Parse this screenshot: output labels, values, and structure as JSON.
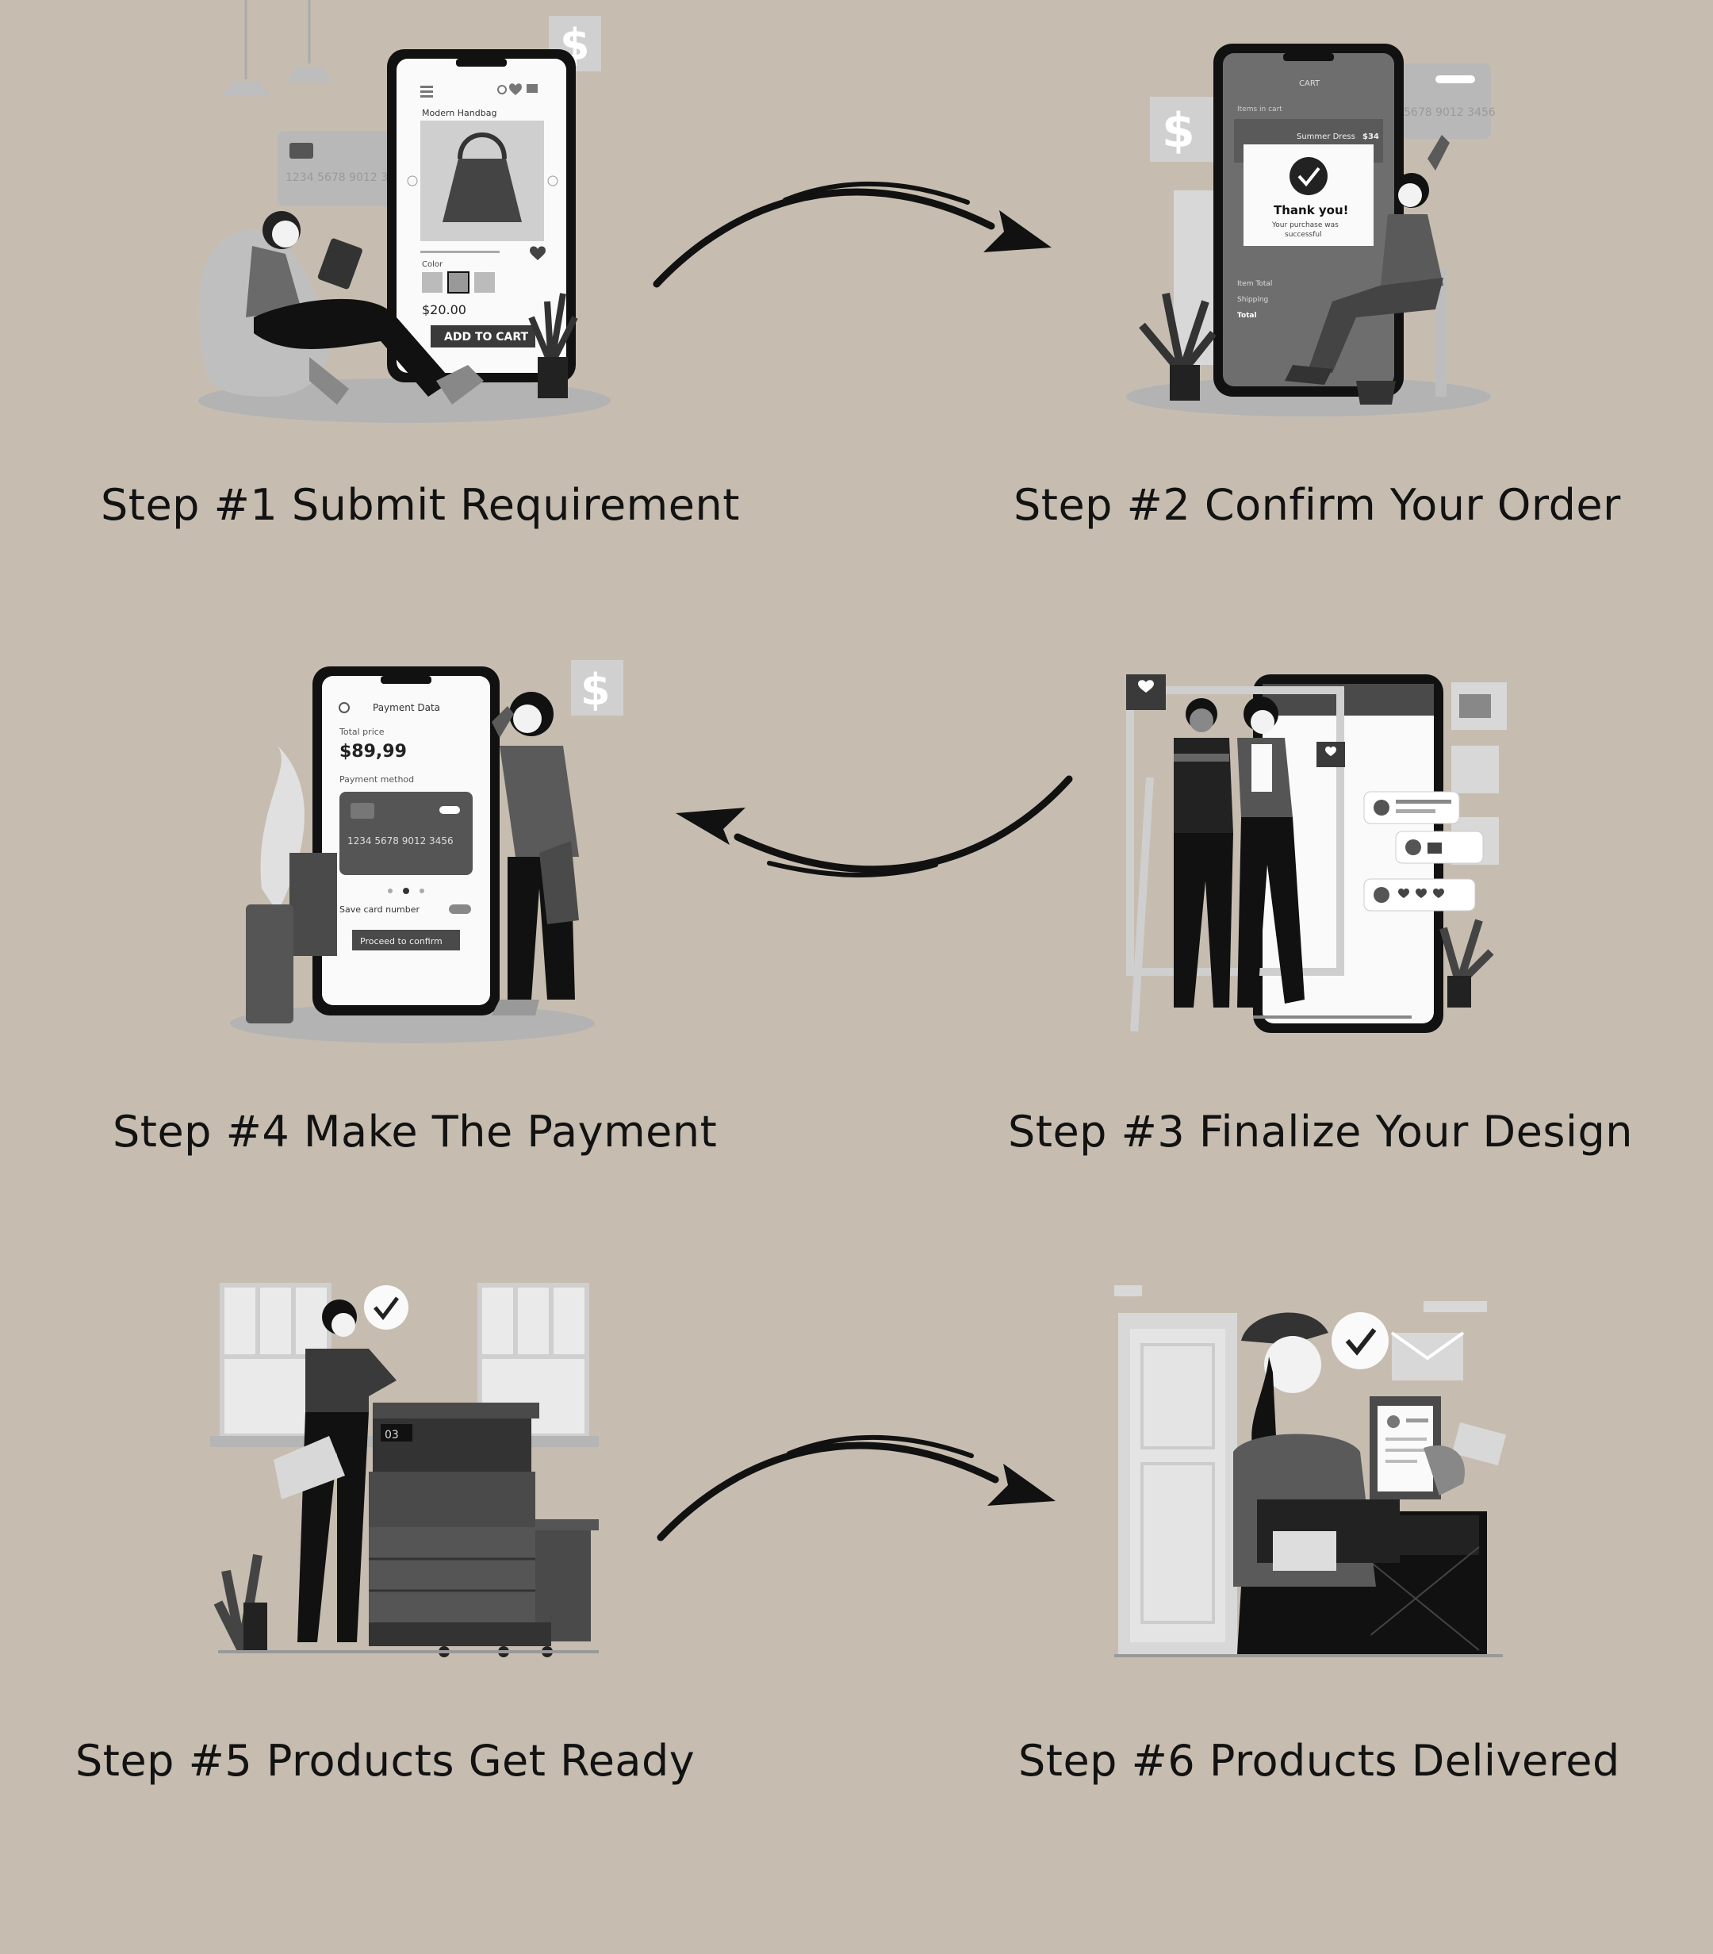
{
  "steps": [
    {
      "title": "Step #1 Submit Requirement"
    },
    {
      "title": "Step #2 Confirm Your Order"
    },
    {
      "title": "Step #3 Finalize Your Design"
    },
    {
      "title": "Step #4 Make The Payment"
    },
    {
      "title": "Step #5 Products Get Ready"
    },
    {
      "title": "Step #6 Products Delivered"
    }
  ],
  "step1": {
    "product_name": "Modern Handbag",
    "color_label": "Color",
    "price": "$20.00",
    "button": "ADD TO CART",
    "card_number": "1234 5678 9012 3456",
    "dollar": "$"
  },
  "step2": {
    "header": "CART",
    "items_label": "Items in cart",
    "item_name": "Summer Dress",
    "item_price": "$34",
    "thanks_title": "Thank you!",
    "thanks_line1": "Your purchase was",
    "thanks_line2": "successful",
    "item_total": "Item Total",
    "shipping": "Shipping",
    "total": "Total",
    "card_number": "5678 9012 3456",
    "dollar": "$"
  },
  "step4": {
    "header": "Payment Data",
    "total_label": "Total price",
    "total_value": "$89,99",
    "method_label": "Payment method",
    "card_number": "1234 5678 9012 3456",
    "save_label": "Save card number",
    "button": "Proceed to confirm",
    "dollar": "$"
  },
  "step5": {
    "display": "03"
  },
  "colors": {
    "background": "#c6bdb0",
    "ink": "#121212",
    "phone": "#111111",
    "gray_light": "#d4d4d4",
    "gray_mid": "#8a8a8a",
    "gray_dark": "#4a4a4a"
  }
}
